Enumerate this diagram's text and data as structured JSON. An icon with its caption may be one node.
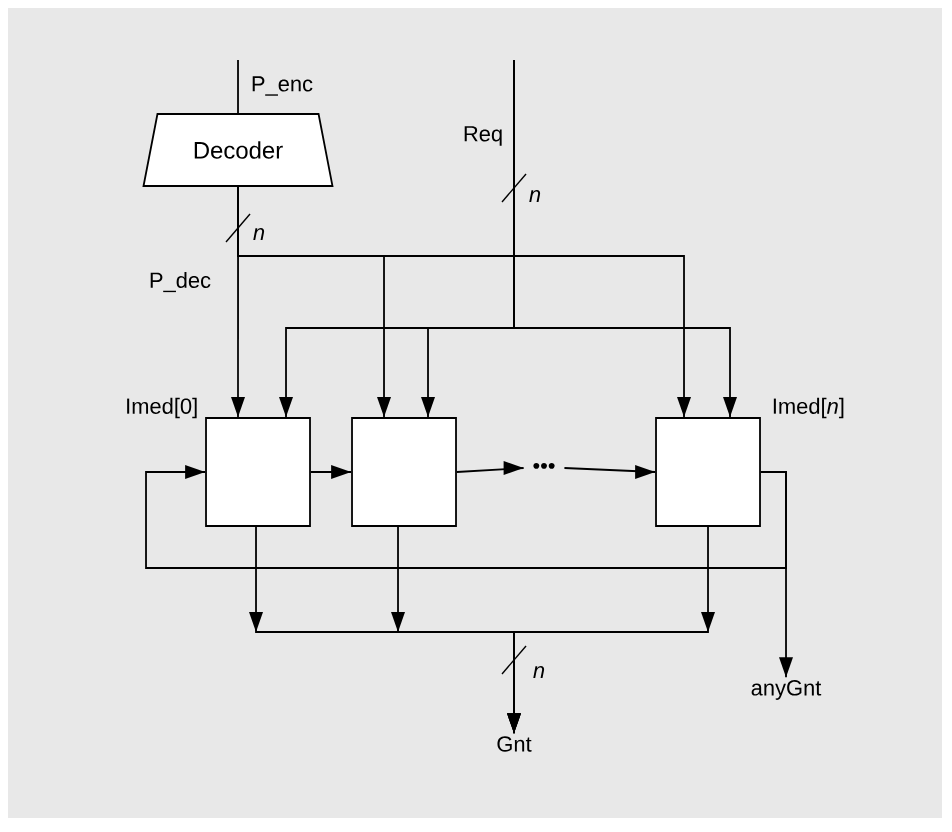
{
  "diagram": {
    "nodes": [
      {
        "text": [
          "Decoder"
        ]
      },
      {
        "text": [],
        "shape": "box",
        "beside": [
          "Imed[0]"
        ]
      },
      {
        "text": [],
        "shape": "box"
      },
      {
        "text": [],
        "shape": "box",
        "beside": [
          "Imed[*n*]"
        ]
      },
      {
        "text": [
          "•••"
        ]
      },
      {
        "text": [
          "Gnt"
        ]
      },
      {
        "text": [
          "anyGnt"
        ]
      }
    ],
    "edges": [
      {
        "from": null,
        "to": 0,
        "arrow": "none"
      },
      {
        "from": 0,
        "to": 1,
        "arrow": "to"
      },
      {
        "from": 0,
        "to": 2,
        "arrow": "to"
      },
      {
        "from": 0,
        "to": 3,
        "arrow": "to"
      },
      {
        "from": null,
        "to": 1,
        "arrow": "to"
      },
      {
        "from": null,
        "to": 2,
        "arrow": "to"
      },
      {
        "from": null,
        "to": 3,
        "arrow": "to"
      },
      {
        "from": 1,
        "to": 2,
        "arrow": "to"
      },
      {
        "from": 2,
        "to": 4,
        "arrow": "to"
      },
      {
        "from": 4,
        "to": 3,
        "arrow": "to"
      },
      {
        "from": 3,
        "to": 1,
        "arrow": "to"
      },
      {
        "from": 3,
        "to": 6,
        "arrow": "to"
      },
      {
        "from": 1,
        "to": 5,
        "arrow": "to"
      },
      {
        "from": 2,
        "to": 5,
        "arrow": "to"
      },
      {
        "from": 3,
        "to": 5,
        "arrow": "to"
      }
    ],
    "labels": [
      "P_enc",
      "Req",
      "n",
      "n",
      "P_dec",
      "n"
    ]
  }
}
